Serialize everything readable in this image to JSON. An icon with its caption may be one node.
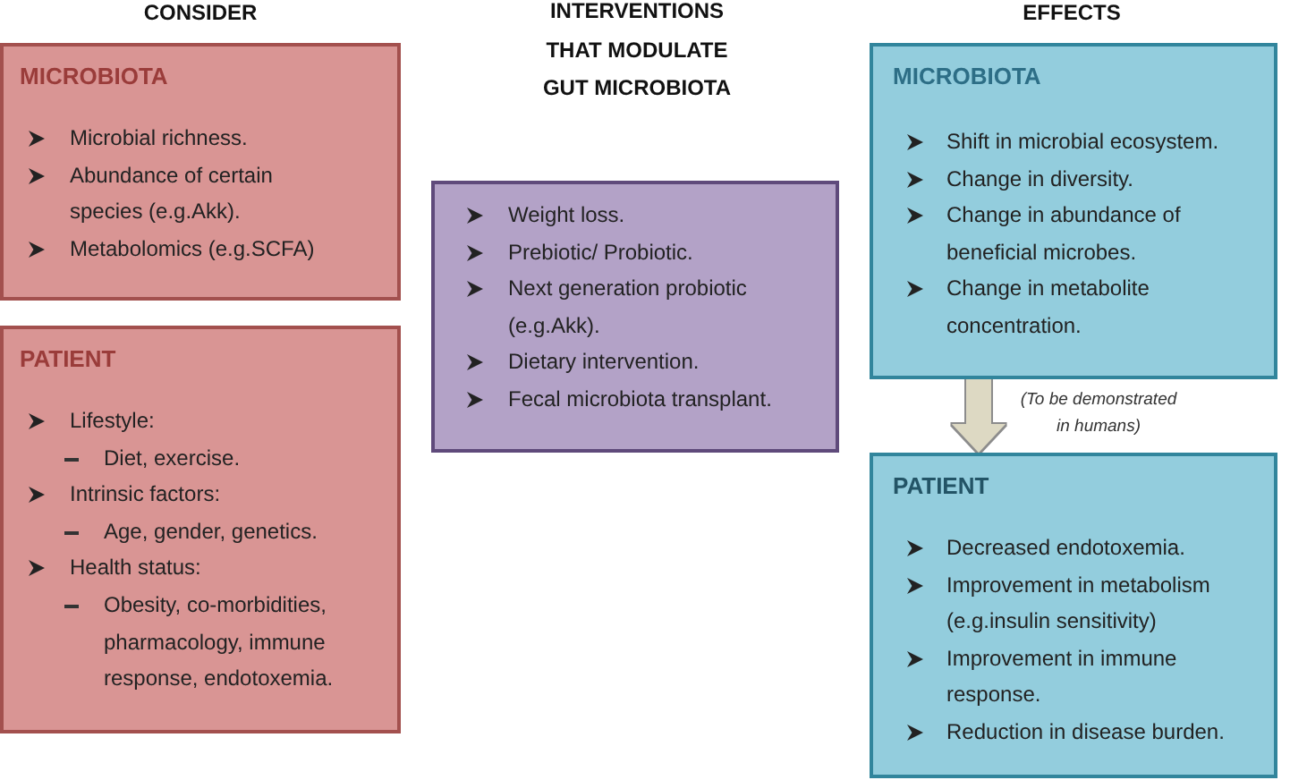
{
  "diagram": {
    "nodes": [
      {
        "text": [
          "MICROBIOTA",
          "Microbial richness.",
          "Abundance of certain species (e.g.Akk).",
          "Metabolomics (e.g.SCFA)"
        ]
      },
      {
        "text": [
          "PATIENT",
          "Lifestyle:",
          "Diet, exercise.",
          "Intrinsic factors:",
          "Age, gender, genetics.",
          "Health status:",
          "Obesity, co-morbidities, pharmacology, immune response, endotoxemia."
        ]
      },
      {
        "text": [
          "Weight loss.",
          "Prebiotic/ Probiotic.",
          "Next generation probiotic (e.g.Akk).",
          "Dietary intervention.",
          "Fecal microbiota transplant."
        ]
      },
      {
        "text": [
          "MICROBIOTA",
          "Shift in microbial ecosystem.",
          "Change in diversity.",
          "Change in abundance of beneficial microbes.",
          "Change in metabolite concentration."
        ]
      },
      {
        "text": [
          "PATIENT",
          "Decreased endotoxemia.",
          "Improvement in metabolism (e.g.insulin sensitivity)",
          "Improvement in immune response.",
          "Reduction in disease burden."
        ]
      }
    ],
    "edges": [
      {
        "from": 3,
        "to": 4,
        "arrow": "to",
        "label": "(To be demonstrated in humans)"
      }
    ],
    "labels": [
      "CONSIDER",
      "INTERVENTIONS THAT MODULATE GUT MICROBIOTA",
      "EFFECTS"
    ]
  }
}
